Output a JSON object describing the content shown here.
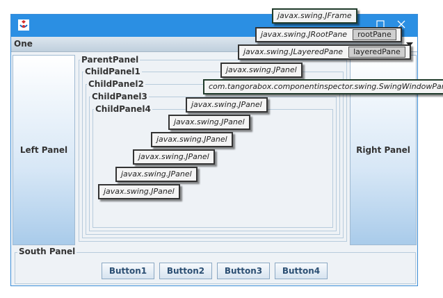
{
  "window": {
    "menu_label": "One",
    "left_panel": "Left Panel",
    "right_panel": "Right Panel",
    "parent_panel": "ParentPanel",
    "child_panels": [
      "ChildPanel1",
      "ChildPanel2",
      "ChildPanel3",
      "ChildPanel4"
    ],
    "south_panel": "South Panel",
    "buttons": [
      "Button1",
      "Button2",
      "Button3",
      "Button4"
    ]
  },
  "tooltips": {
    "jframe": "javax.swing.JFrame",
    "jrootpane": "javax.swing.JRootPane",
    "rootpane_tag": "rootPane",
    "jlayeredpane": "javax.swing.JLayeredPane",
    "layeredpane_tag": "layeredPane",
    "jpanel_top": "javax.swing.JPanel",
    "swingwindowpanel": "com.tangorabox.componentinspector.swing.SwingWindowPanel",
    "jpanels": [
      "javax.swing.JPanel",
      "javax.swing.JPanel",
      "javax.swing.JPanel",
      "javax.swing.JPanel",
      "javax.swing.JPanel",
      "javax.swing.JPanel"
    ]
  },
  "colors": {
    "titlebar": "#2b8fe3",
    "tooltip_border": "#333333"
  }
}
